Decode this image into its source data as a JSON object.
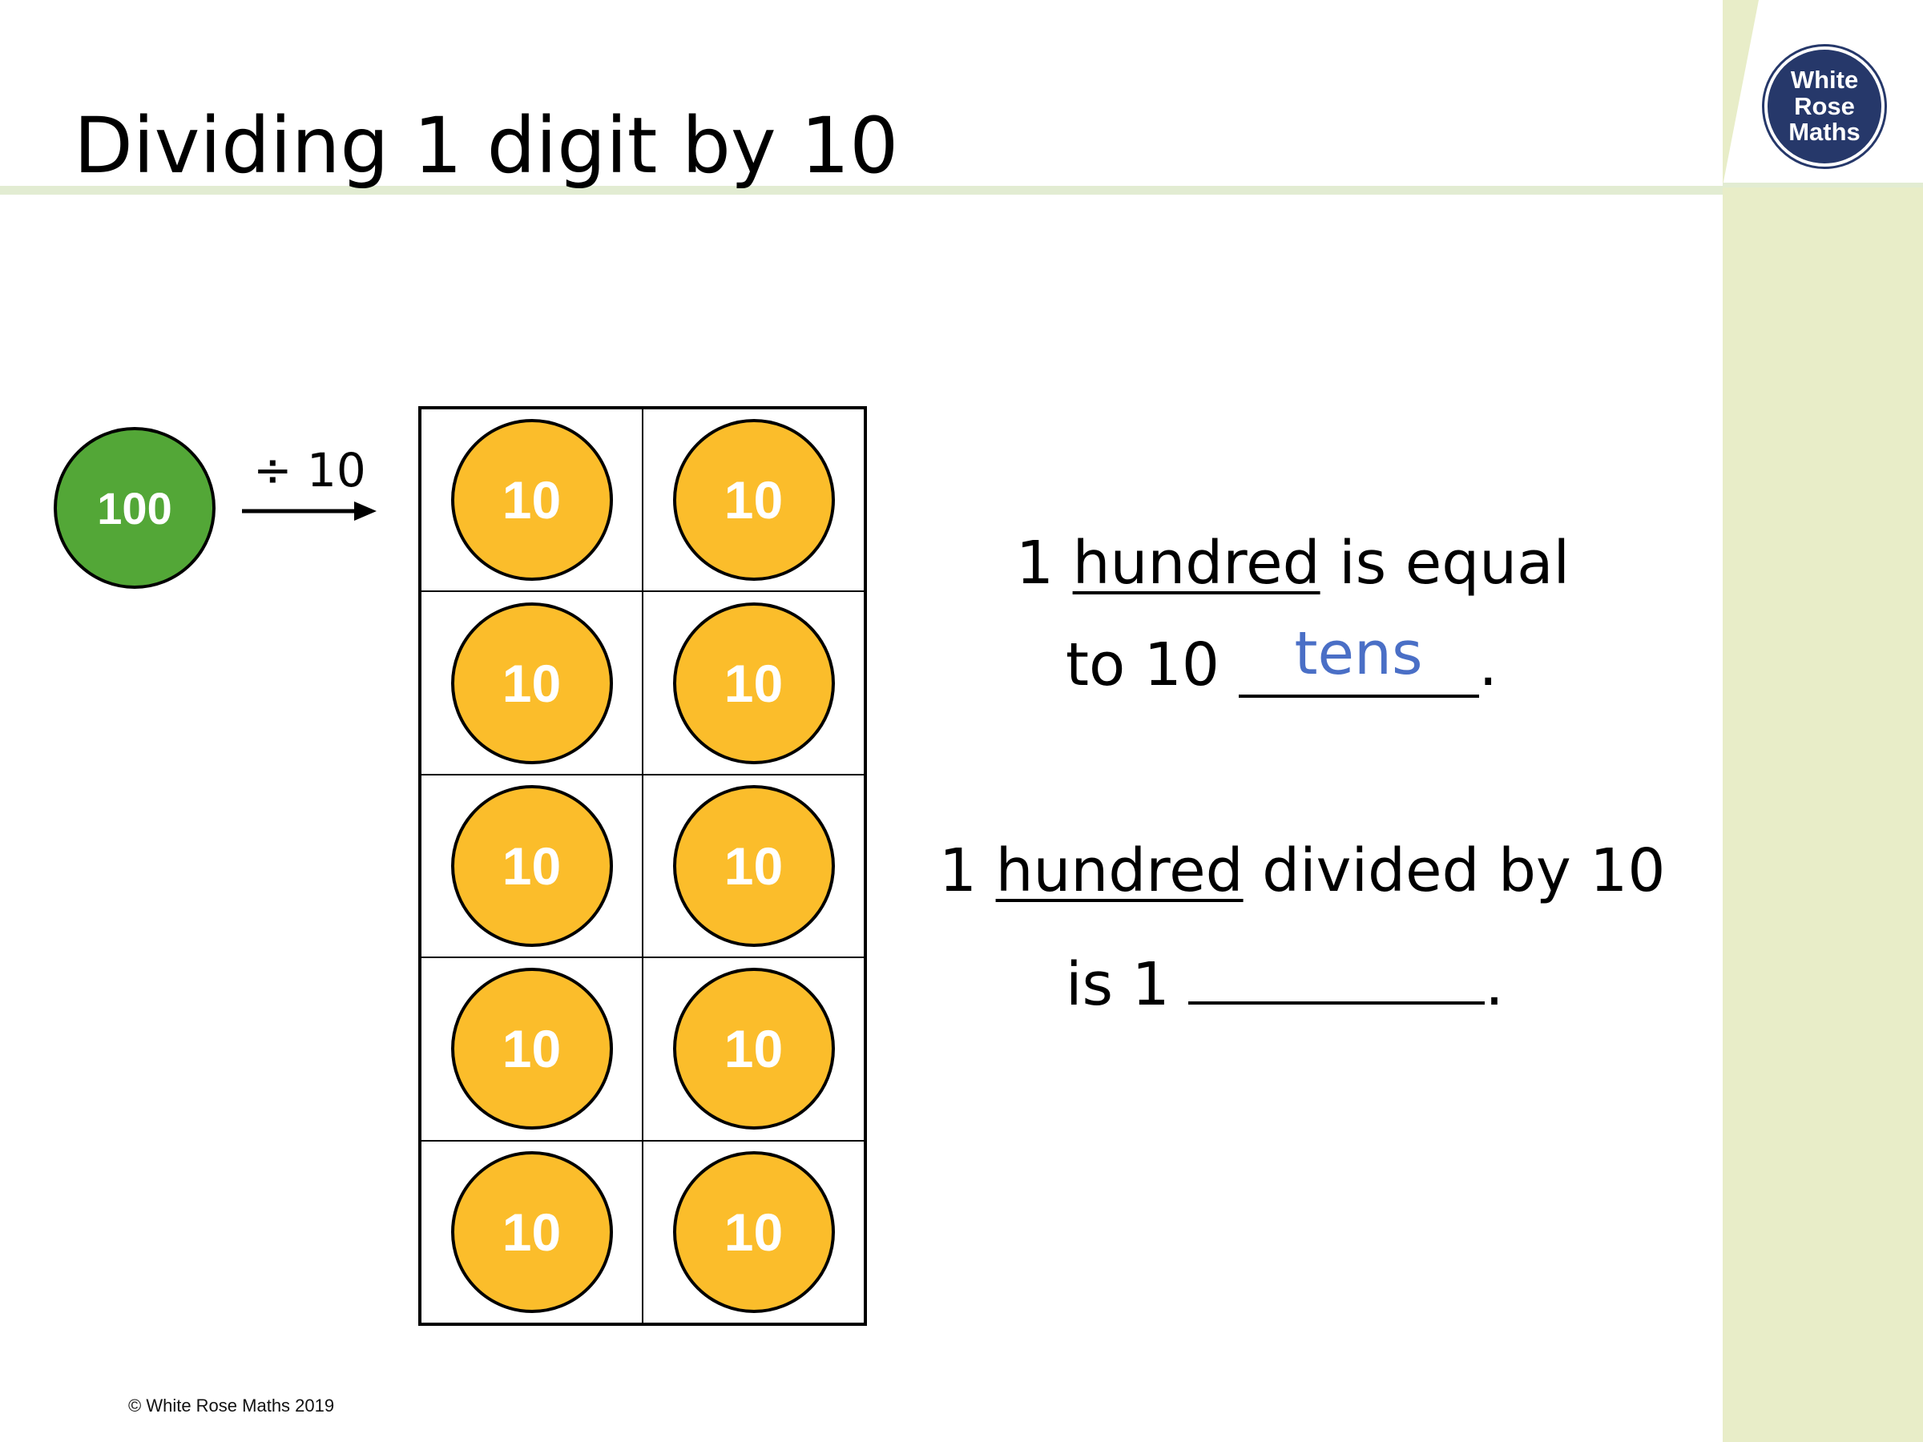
{
  "title": "Dividing 1 digit by 10",
  "logo": {
    "line1": "White",
    "line2": "Rose",
    "line3": "Maths"
  },
  "model": {
    "start_counter": "100",
    "operation": "÷ 10",
    "counters": [
      "10",
      "10",
      "10",
      "10",
      "10",
      "10",
      "10",
      "10",
      "10",
      "10"
    ]
  },
  "statement1": {
    "pre": "1 ",
    "word": "hundred",
    "post": " is equal",
    "line2_pre": "to 10 ",
    "answer": "tens",
    "end": "."
  },
  "statement2": {
    "pre": "1 ",
    "word": "hundred",
    "post": " divided by 10",
    "line2_pre": "is 1 ",
    "answer": "",
    "end": "."
  },
  "footer": {
    "copyright": "© White Rose Maths 2019"
  },
  "colors": {
    "hundred_counter": "#53a737",
    "ten_counter": "#fbbd2b",
    "answer_text": "#4a6fc6",
    "logo_bg": "#26386a",
    "sidebar": "#e8edc8"
  }
}
